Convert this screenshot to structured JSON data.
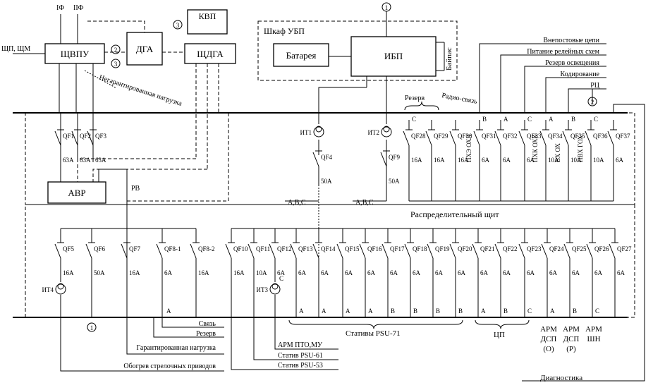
{
  "boxes": {
    "schvpu": "ЩВПУ",
    "dga": "ДГА",
    "schdga": "ЩДГА",
    "kvp": "КВП",
    "avr": "АВР",
    "battery": "Батарея",
    "ibp": "ИБП",
    "ups_cabinet": "Шкаф УБП",
    "bypass": "Байпас"
  },
  "inputs": {
    "f1": "IФ",
    "f2": "IIФ",
    "schp": "ЩП, ЩМ",
    "n1": "1",
    "n2": "2",
    "n3": "3"
  },
  "labels": {
    "non_guaranteed": "Негарантированная нагрузка",
    "rv": "РВ",
    "reserve_top": "Резерв",
    "radio": "Радио-связь",
    "abc_left": "А,В,С",
    "abc_right": "А,В,С",
    "distribution_board": "Распределительный щит",
    "statives_71": "Стативы PSU-71",
    "tsp": "ЦП",
    "diagnostics": "Диагностика"
  },
  "right_outputs": [
    "Внепостовые цепи",
    "Питание релейных схем",
    "Резерв освещения",
    "Кодирование",
    "РЦ"
  ],
  "bottom_left_outputs": [
    "Связь",
    "Резерв",
    "Гарантированная нагрузка",
    "Обогрев стрелочных приводов"
  ],
  "bottom_mid_outputs": [
    "АРМ ПТО,МУ",
    "Статив PSU-61",
    "Статив PSU-53"
  ],
  "arm": [
    {
      "l1": "АРМ",
      "l2": "ДСП",
      "l3": "(О)"
    },
    {
      "l1": "АРМ",
      "l2": "ДСП",
      "l3": "(Р)"
    },
    {
      "l1": "АРМ",
      "l2": "ШН",
      "l3": ""
    }
  ],
  "transformers": [
    "ИТ1",
    "ИТ2",
    "ИТ3",
    "ИТ4"
  ],
  "top_breakers": [
    {
      "name": "QF1",
      "rating": "63А"
    },
    {
      "name": "QF2",
      "rating": "63А"
    },
    {
      "name": "QF3",
      "rating": "63А"
    },
    {
      "name": "QF4",
      "rating": "50А"
    },
    {
      "name": "QF9",
      "rating": "50А"
    },
    {
      "name": "QF28",
      "rating": "16А"
    },
    {
      "name": "QF29",
      "rating": "16А"
    },
    {
      "name": "QF30",
      "rating": "16А"
    },
    {
      "name": "QF31",
      "rating": "6А"
    },
    {
      "name": "QF32",
      "rating": "6А"
    },
    {
      "name": "QF33",
      "rating": "6А"
    },
    {
      "name": "QF34",
      "rating": "10А"
    },
    {
      "name": "QF35",
      "rating": "10А"
    },
    {
      "name": "QF36",
      "rating": "10А"
    },
    {
      "name": "QF37",
      "rating": "6А"
    }
  ],
  "top_phases": [
    "С",
    "В",
    "А",
    "С",
    "А",
    "В",
    "С"
  ],
  "vertical_labels": [
    "ПХЭ ОХЛ",
    "ПХК ОХК",
    "ВХ ОХ",
    "ПВХ ГОХ"
  ],
  "bottom_breakers": [
    {
      "name": "QF5",
      "rating": "16А"
    },
    {
      "name": "QF6",
      "rating": "50А"
    },
    {
      "name": "QF7",
      "rating": "16А"
    },
    {
      "name": "QF8-1",
      "rating": "6А"
    },
    {
      "name": "QF8-2",
      "rating": "16А"
    },
    {
      "name": "QF10",
      "rating": "16А"
    },
    {
      "name": "QF11",
      "rating": "10А"
    },
    {
      "name": "QF12",
      "rating": "6А"
    },
    {
      "name": "QF13",
      "rating": "6А"
    },
    {
      "name": "QF14",
      "rating": "6А"
    },
    {
      "name": "QF15",
      "rating": "6А"
    },
    {
      "name": "QF16",
      "rating": "6А"
    },
    {
      "name": "QF17",
      "rating": "6А"
    },
    {
      "name": "QF18",
      "rating": "6А"
    },
    {
      "name": "QF19",
      "rating": "6А"
    },
    {
      "name": "QF20",
      "rating": "6А"
    },
    {
      "name": "QF21",
      "rating": "6А"
    },
    {
      "name": "QF22",
      "rating": "6А"
    },
    {
      "name": "QF23",
      "rating": "6А"
    },
    {
      "name": "QF24",
      "rating": "6А"
    },
    {
      "name": "QF25",
      "rating": "6А"
    },
    {
      "name": "QF26",
      "rating": "6А"
    },
    {
      "name": "QF27",
      "rating": "6А"
    }
  ],
  "bottom_phases": [
    "А",
    "А",
    "А",
    "А",
    "В",
    "В",
    "В",
    "В",
    "А",
    "В",
    "С",
    "А",
    "В",
    "С"
  ],
  "qf8_phase": "А",
  "qf12_phase": "С"
}
